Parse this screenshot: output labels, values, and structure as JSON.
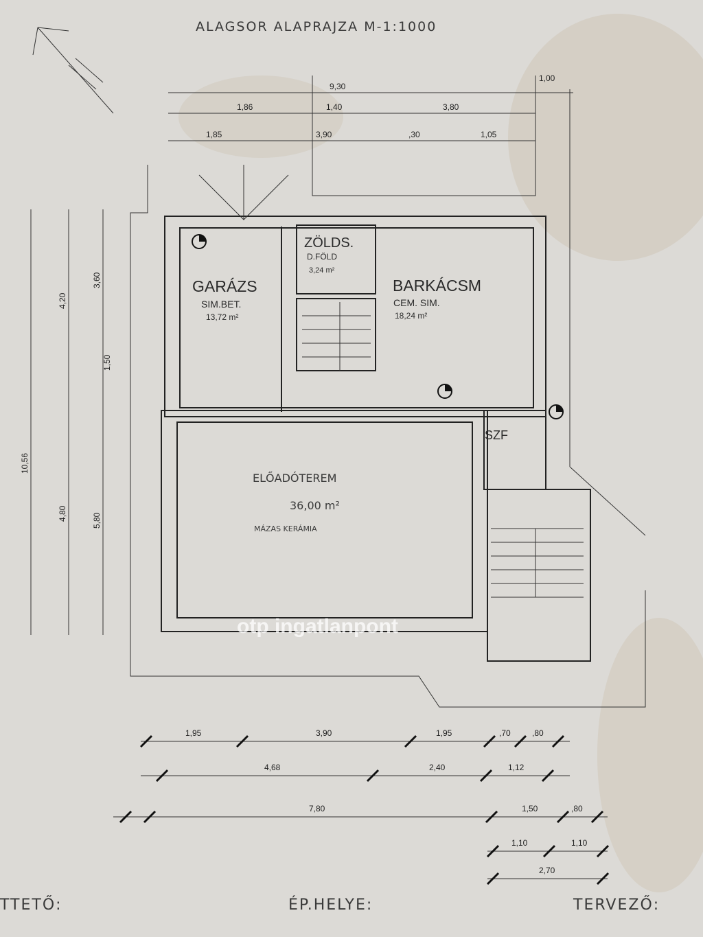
{
  "title": "ALAGSOR ALAPRAJZA  M-1:1000",
  "rooms": {
    "garage": {
      "name": "GARÁZS",
      "floor": "SIM.BET.",
      "area": "13,72 m²"
    },
    "storage": {
      "name": "ZÖLDS.",
      "floor": "D.FÖLD",
      "area": "3,24 m²"
    },
    "workshop": {
      "name": "BARKÁCSM",
      "floor": "CEM. SIM.",
      "area": "18,24 m²"
    },
    "wc": {
      "name": "SZF"
    },
    "hall": {
      "name": "ELŐADÓTEREM",
      "area": "36,00 m²",
      "floor": "MÁZAS KERÁMIA"
    }
  },
  "dimensions": {
    "top": [
      "9,30",
      "1,00",
      "1,86",
      "1,40",
      "3,80",
      "1,85",
      "3,90",
      ",30",
      "1,05"
    ],
    "left": [
      "4,20",
      "3,60",
      "1,50",
      "4,80",
      "5,80",
      "10,56"
    ],
    "bottom_row1": [
      "1,95",
      "3,90",
      "1,95",
      ",70",
      ",80"
    ],
    "bottom_row2": [
      "4,68",
      "2,40",
      "1,12"
    ],
    "bottom_row3": [
      "7,80",
      "1,50",
      ",80"
    ],
    "bottom_row4": [
      "1,10",
      "1,10"
    ],
    "bottom_row5": [
      "2,70"
    ]
  },
  "footer": {
    "roof": "TTETŐ:",
    "site": "ÉP.HELYE:",
    "designer": "TERVEZŐ:"
  },
  "watermark": "otp ingatlanpont"
}
